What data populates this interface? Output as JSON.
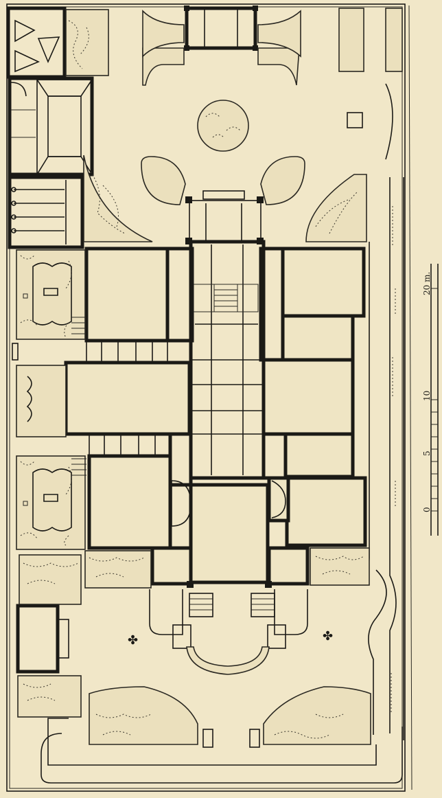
{
  "scale_bar": {
    "labels": [
      "0",
      "5",
      "10",
      "20 m."
    ]
  },
  "colors": {
    "paper": "#f1e7c8",
    "ink": "#1b1a16"
  }
}
